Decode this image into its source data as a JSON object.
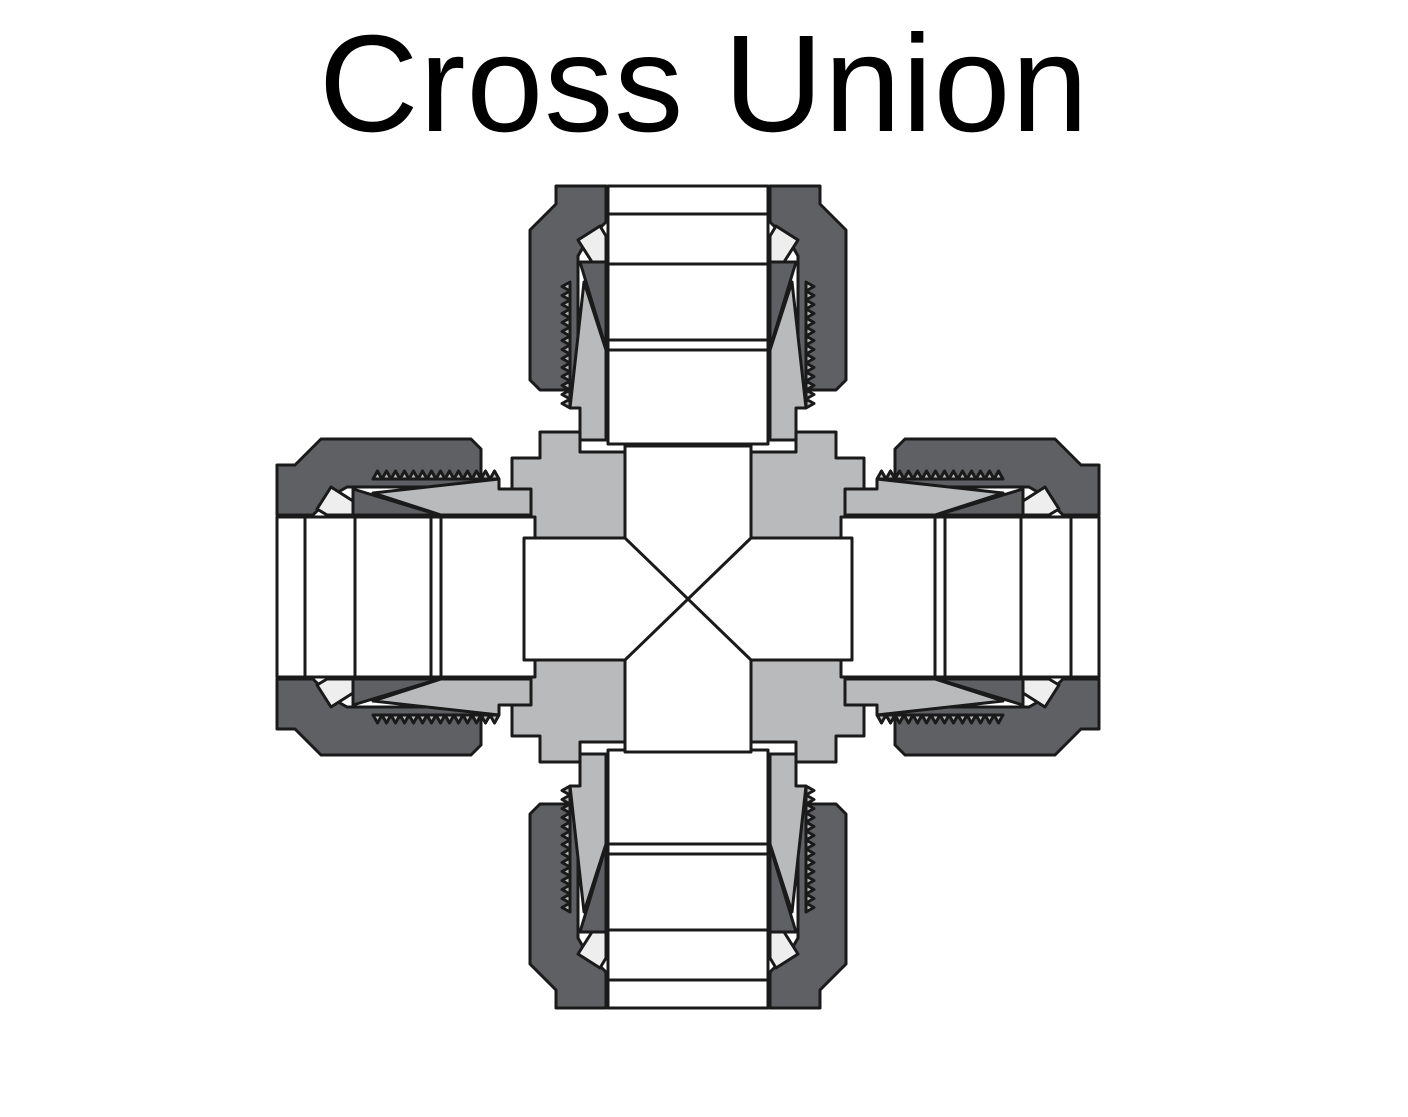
{
  "title": "Cross Union",
  "colors": {
    "background": "#ffffff",
    "outline": "#1a1a1a",
    "nut": "#5f6063",
    "body": "#b9babc",
    "bore": "#ffffff",
    "ferrule": "#eeeeee"
  },
  "diagram": {
    "subject": "cross-union-fitting-cross-section",
    "parts": [
      "body",
      "nut",
      "ferrule",
      "tube",
      "thread"
    ],
    "ports": [
      "top",
      "bottom",
      "left",
      "right"
    ]
  }
}
